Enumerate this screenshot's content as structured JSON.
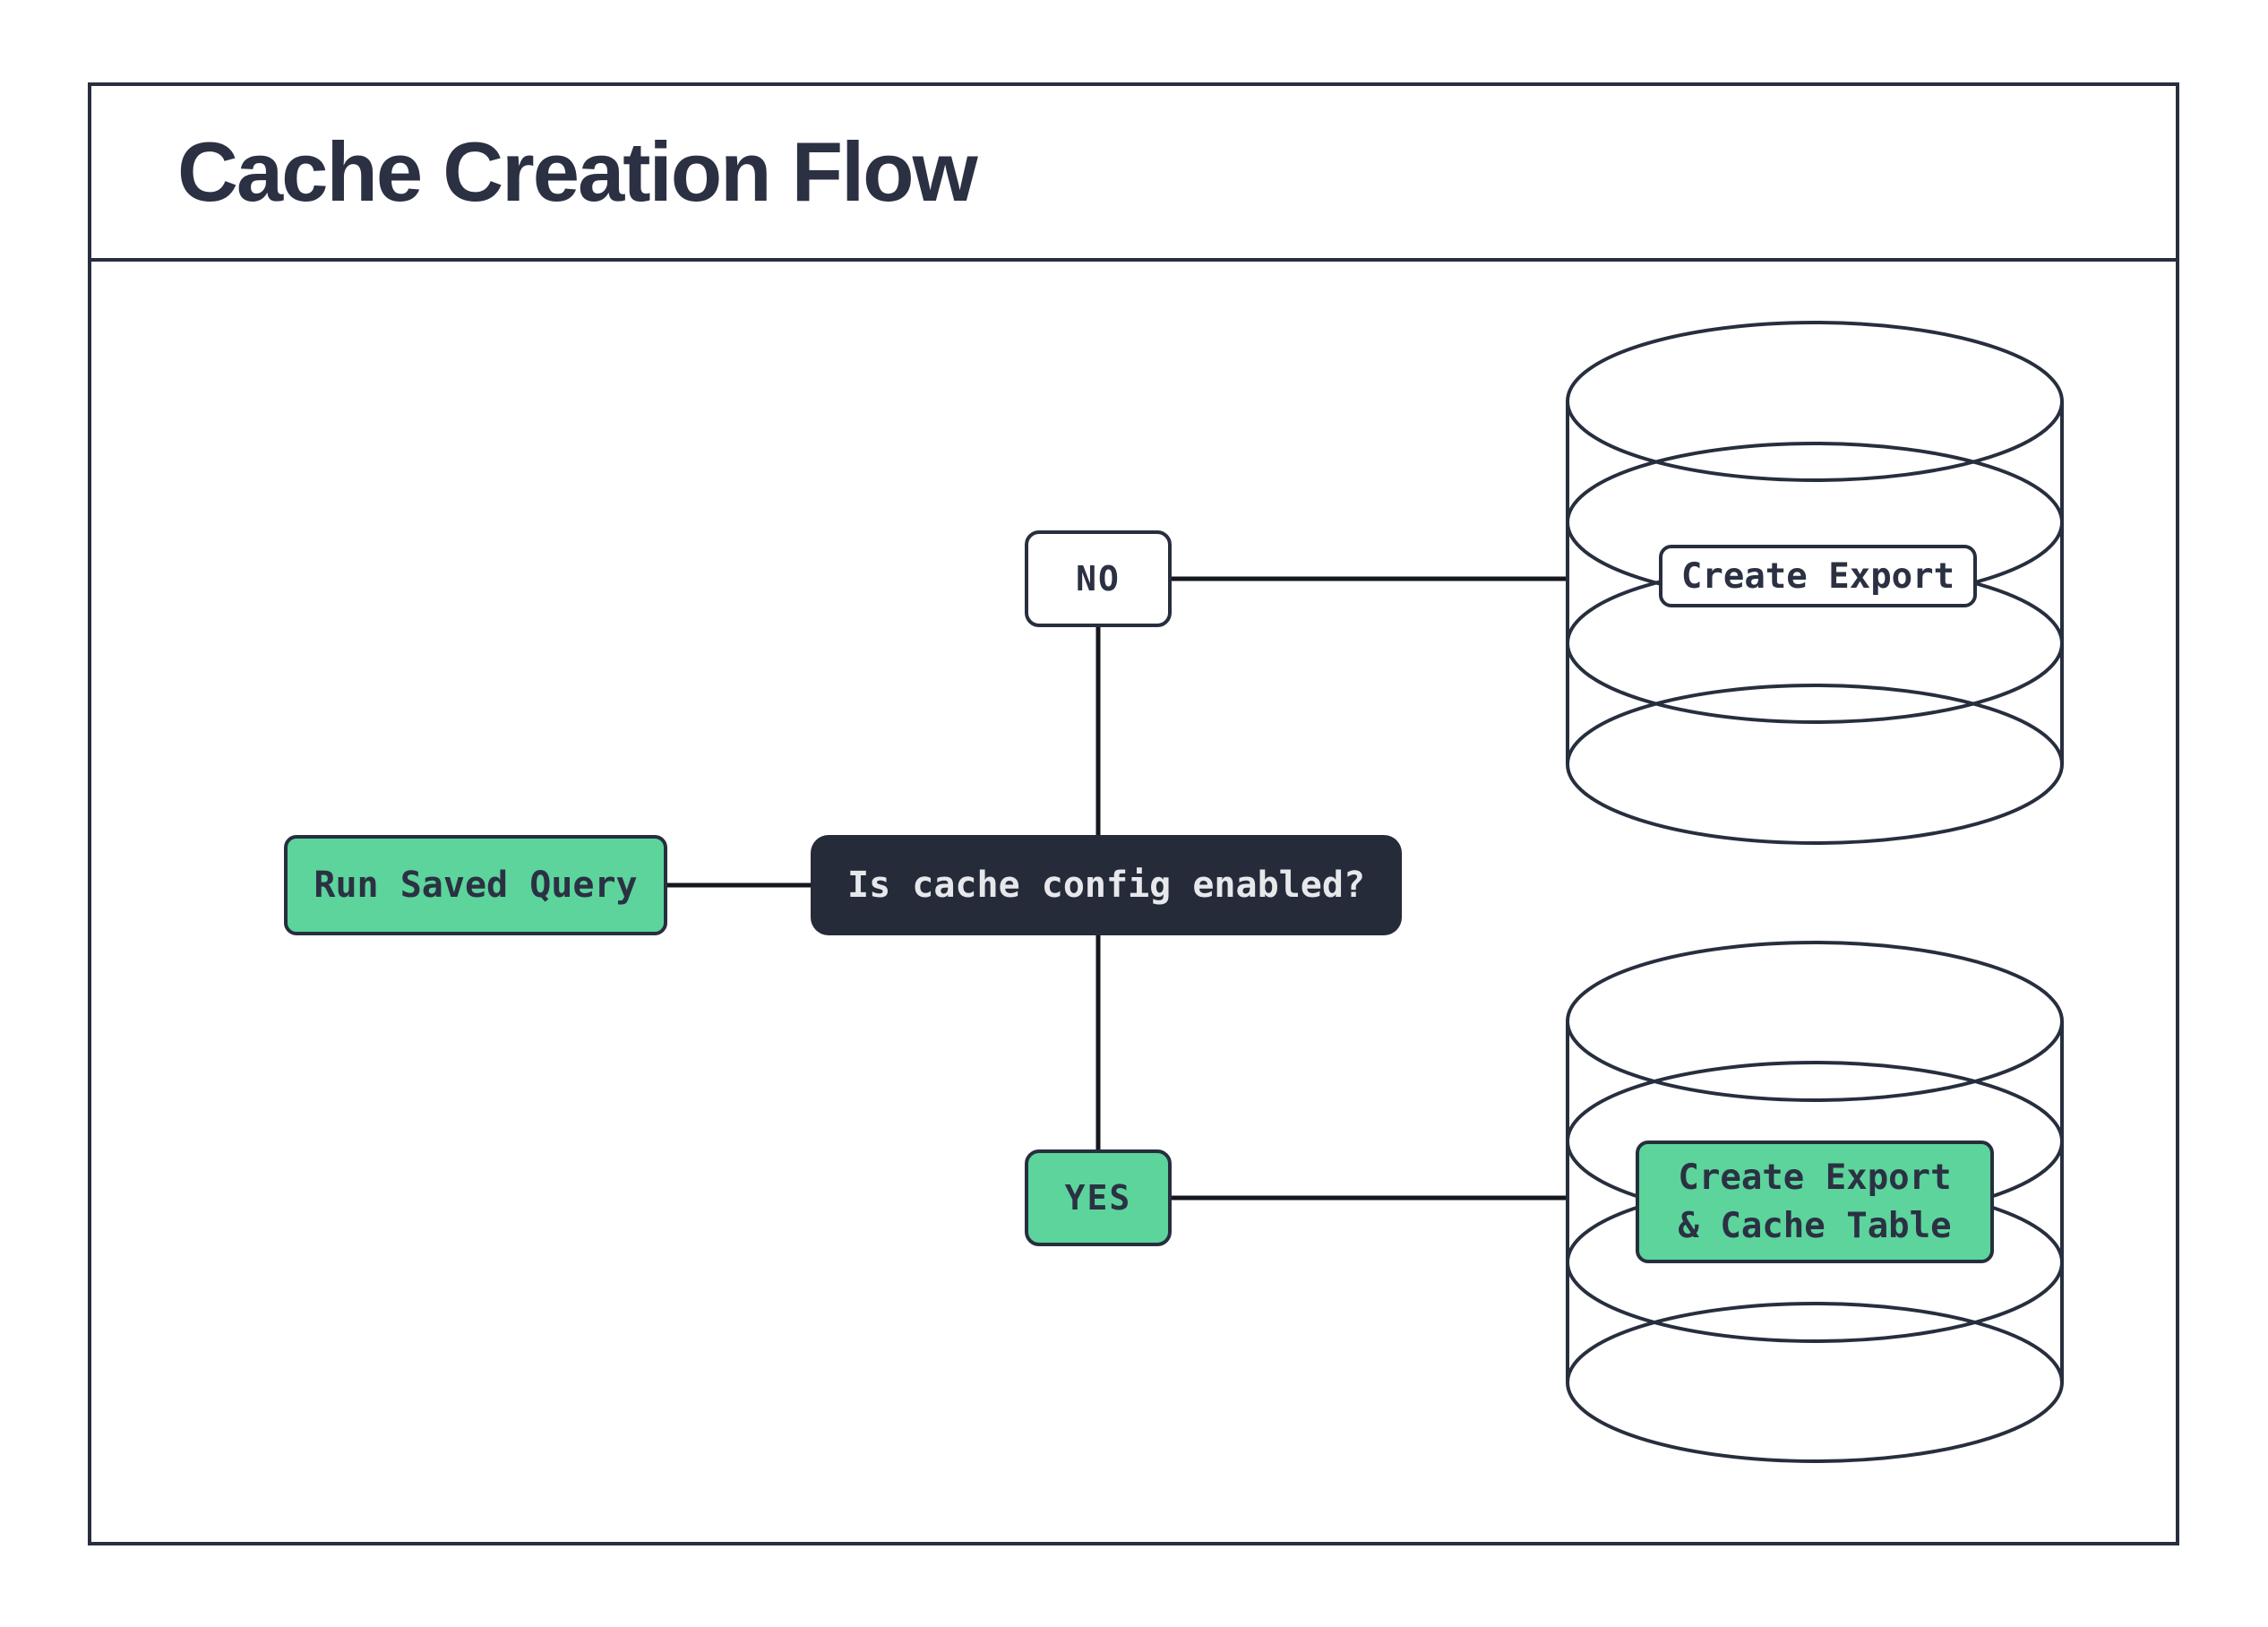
{
  "page": {
    "title": "Cache Creation Flow"
  },
  "flow": {
    "start": {
      "label": "Run Saved Query"
    },
    "decision": {
      "label": "Is cache config enabled?"
    },
    "branch_no": {
      "label": "NO"
    },
    "branch_yes": {
      "label": "YES"
    },
    "outcome_no": {
      "label": "Create Export"
    },
    "outcome_yes": {
      "label_line1": "Create Export",
      "label_line2": "& Cache Table"
    }
  },
  "icons": {
    "top_right": "database-cylinder",
    "bottom_right": "database-cylinder"
  },
  "colors": {
    "accent_green": "#5cd49c",
    "dark_navy_fill": "#262b39",
    "outline_navy": "#272e3e",
    "connector_black": "#14171e",
    "light_text": "#e6e8ec",
    "title_text": "#2b3142",
    "background": "#ffffff"
  }
}
